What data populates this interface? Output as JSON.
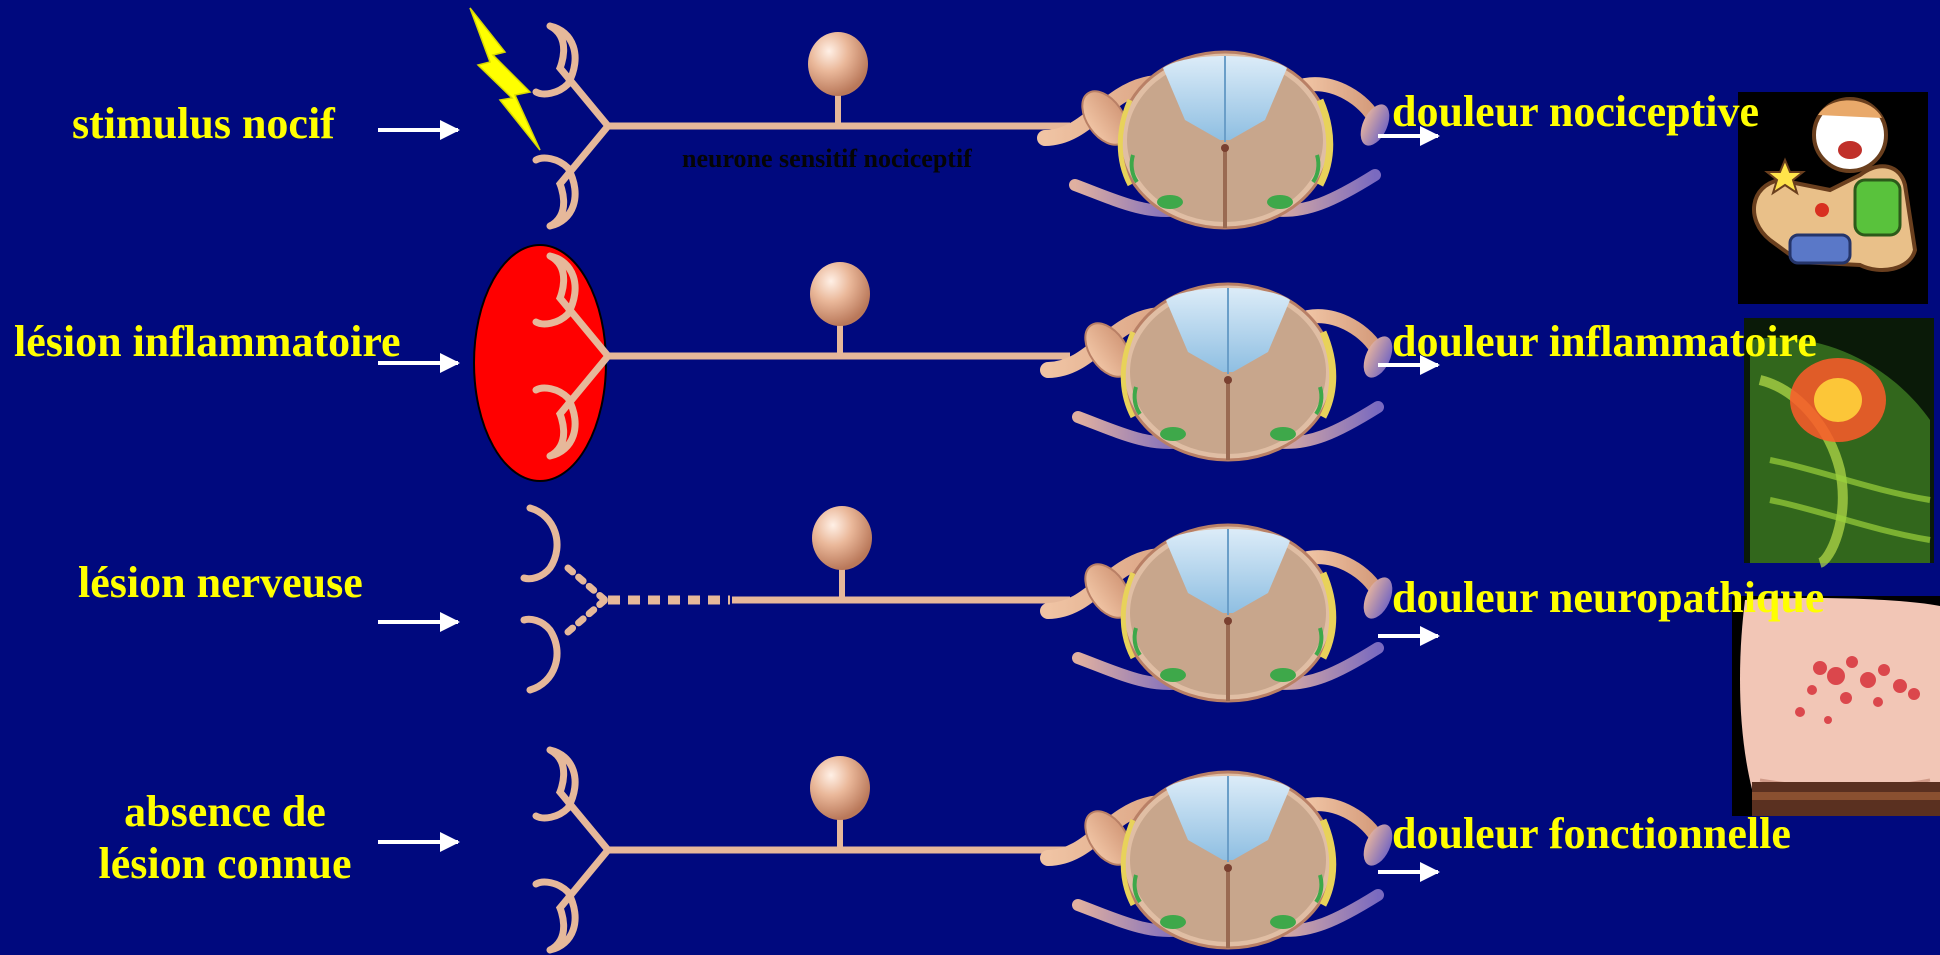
{
  "rows": [
    {
      "cause": "stimulus nocif",
      "result": "douleur nociceptive"
    },
    {
      "cause": "lésion inflammatoire",
      "result": "douleur inflammatoire"
    },
    {
      "cause": "lésion nerveuse",
      "result": "douleur neuropathique"
    },
    {
      "cause_line1": "absence de",
      "cause_line2": "lésion connue",
      "result": "douleur fonctionnelle"
    }
  ],
  "neuron_label": "neurone sensitif nociceptif",
  "colors": {
    "background": "#00097e",
    "text": "#ffff00",
    "arrow": "#ffffff",
    "nerve": "#e6b89a",
    "inflammation": "#ff0000",
    "lightning": "#ffff00",
    "white_matter": "#9cc8e6",
    "grey_matter": "#c8a68c"
  },
  "icons": [
    "lightning-bolt-icon",
    "crying-child-image",
    "inflamed-shoulder-image",
    "skin-rash-image"
  ]
}
